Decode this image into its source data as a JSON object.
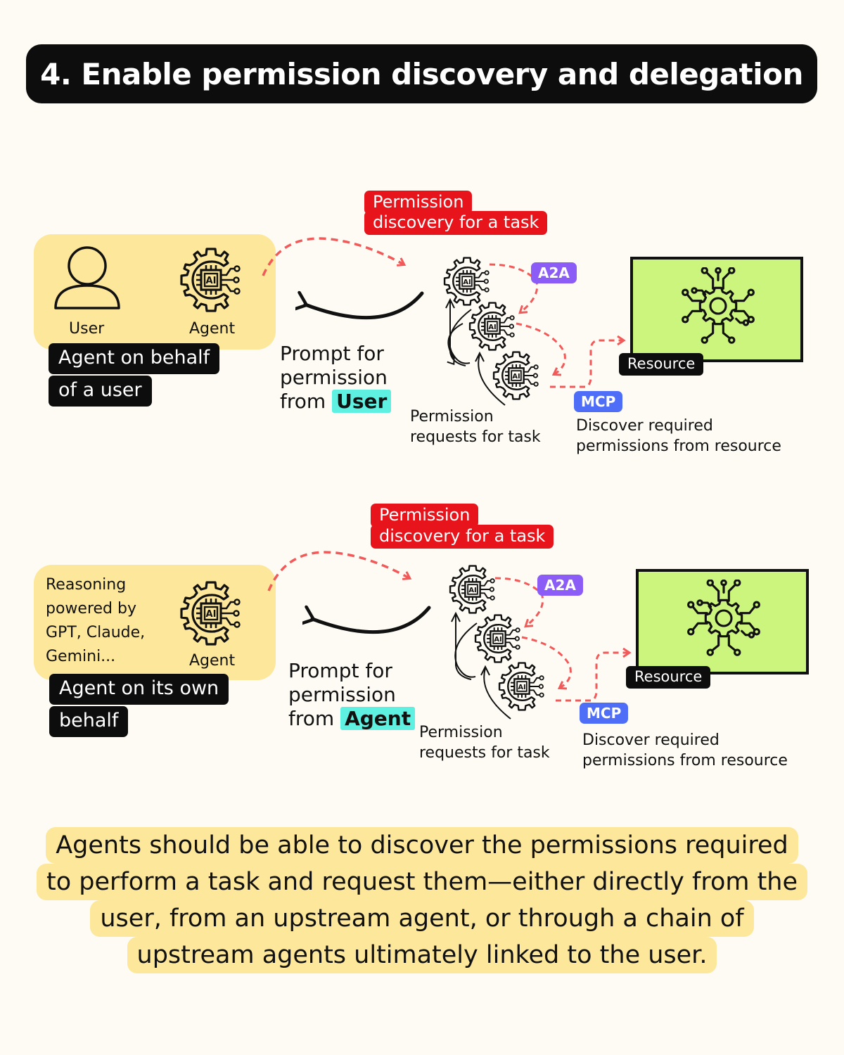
{
  "title": "4. Enable permission discovery and delegation",
  "icons": [
    "user-icon",
    "ai-gear-icon",
    "circuit-gear-icon",
    "curved-arrow-icon"
  ],
  "colors": {
    "background": "#fdfbf3",
    "title_bg": "#0d0d0d",
    "highlight_yellow": "#fde79a",
    "discovery_red": "#e8141c",
    "dashed_arrow": "#f25a5a",
    "a2a_purple": "#8b5cf6",
    "mcp_blue": "#4f6ef7",
    "resource_green": "#ccf57e",
    "cyan_highlight": "#5ef0e0"
  },
  "section1": {
    "user_label": "User",
    "agent_label": "Agent",
    "caption_line1": "Agent on behalf",
    "caption_line2": "of a user",
    "discovery_line1": "Permission",
    "discovery_line2": "discovery for a task",
    "a2a": "A2A",
    "mcp": "MCP",
    "resource": "Resource",
    "prompt_line1": "Prompt for",
    "prompt_line2": "permission",
    "prompt_from": "from",
    "prompt_target": "User",
    "requests_line1": "Permission",
    "requests_line2": "requests for task",
    "discover_line1": "Discover required",
    "discover_line2": "permissions from resource"
  },
  "section2": {
    "reasoning_line1": "Reasoning",
    "reasoning_line2": "powered by",
    "reasoning_line3": "GPT, Claude,",
    "reasoning_line4": "Gemini...",
    "agent_label": "Agent",
    "caption_line1": "Agent on its own",
    "caption_line2": "behalf",
    "discovery_line1": "Permission",
    "discovery_line2": "discovery for a task",
    "a2a": "A2A",
    "mcp": "MCP",
    "resource": "Resource",
    "prompt_line1": "Prompt for",
    "prompt_line2": "permission",
    "prompt_from": "from",
    "prompt_target": "Agent",
    "requests_line1": "Permission",
    "requests_line2": "requests for task",
    "discover_line1": "Discover required",
    "discover_line2": "permissions from resource"
  },
  "summary": {
    "line1": "Agents should be able to discover the permissions required",
    "line2": "to perform a task and request them—either directly from the",
    "line3": "user, from an upstream agent, or through a chain of",
    "line4": "upstream agents ultimately linked to the user."
  }
}
